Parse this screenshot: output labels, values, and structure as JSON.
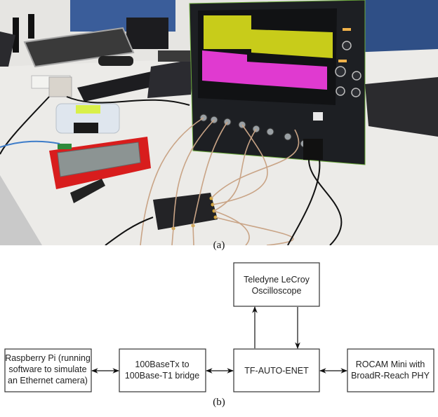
{
  "figure": {
    "captions": {
      "photo": "(a)",
      "diagram": "(b)"
    },
    "photo": {
      "description": "Lab bench setup: oscilloscope, TF-AUTO-ENET probe box, ROCAM Mini camera, cables",
      "scope_traces": {
        "channel_1_color": "#c8cc1a",
        "channel_2_color": "#e03ad0"
      }
    },
    "diagram": {
      "nodes": [
        {
          "id": "raspberry",
          "lines": [
            "Raspberry Pi (running",
            "software to simulate",
            "an Ethernet camera)"
          ]
        },
        {
          "id": "bridge",
          "lines": [
            "100BaseTx to",
            "100Base-T1 bridge"
          ]
        },
        {
          "id": "tfauto",
          "lines": [
            "TF-AUTO-ENET"
          ]
        },
        {
          "id": "rocam",
          "lines": [
            "ROCAM Mini with",
            "BroadR-Reach PHY"
          ]
        },
        {
          "id": "scope",
          "lines": [
            "Teledyne LeCroy",
            "Oscilloscope"
          ]
        }
      ],
      "edges": [
        {
          "from": "raspberry",
          "to": "bridge",
          "direction": "both"
        },
        {
          "from": "bridge",
          "to": "tfauto",
          "direction": "both"
        },
        {
          "from": "tfauto",
          "to": "rocam",
          "direction": "both"
        },
        {
          "from": "tfauto",
          "to": "scope",
          "direction": "forward"
        },
        {
          "from": "scope",
          "to": "tfauto",
          "direction": "forward"
        }
      ]
    }
  }
}
